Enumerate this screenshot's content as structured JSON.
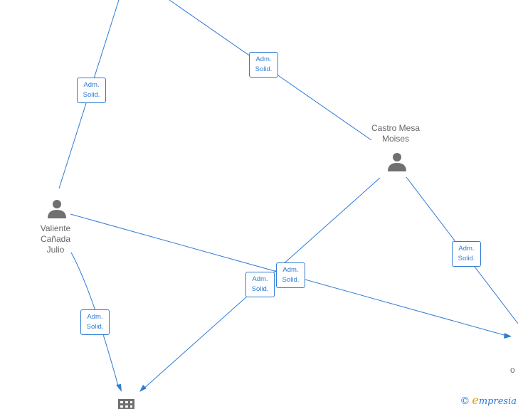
{
  "people": [
    {
      "id": "castro",
      "name_line1": "Castro Mesa",
      "name_line2": "Moises",
      "icon": "person-icon"
    },
    {
      "id": "valiente",
      "name_line1": "Valiente",
      "name_line2": "Cañada",
      "name_line3": "Julio",
      "icon": "person-icon"
    }
  ],
  "companies": [
    {
      "id": "bottom",
      "icon": "building-icon"
    }
  ],
  "edge_labels": [
    {
      "line1": "Adm.",
      "line2": "Solid."
    },
    {
      "line1": "Adm.",
      "line2": "Solid."
    },
    {
      "line1": "Adm.",
      "line2": "Solid."
    },
    {
      "line1": "Adm.",
      "line2": "Solid."
    },
    {
      "line1": "Adm.",
      "line2": "Solid."
    },
    {
      "line1": "Adm.",
      "line2": "Solid."
    }
  ],
  "cut_text": "o",
  "watermark": {
    "copyright": "©",
    "brand_initial": "e",
    "brand_rest": "mpresia"
  },
  "colors": {
    "edge": "#2f7bd6",
    "icon": "#707070",
    "text": "#666666"
  }
}
